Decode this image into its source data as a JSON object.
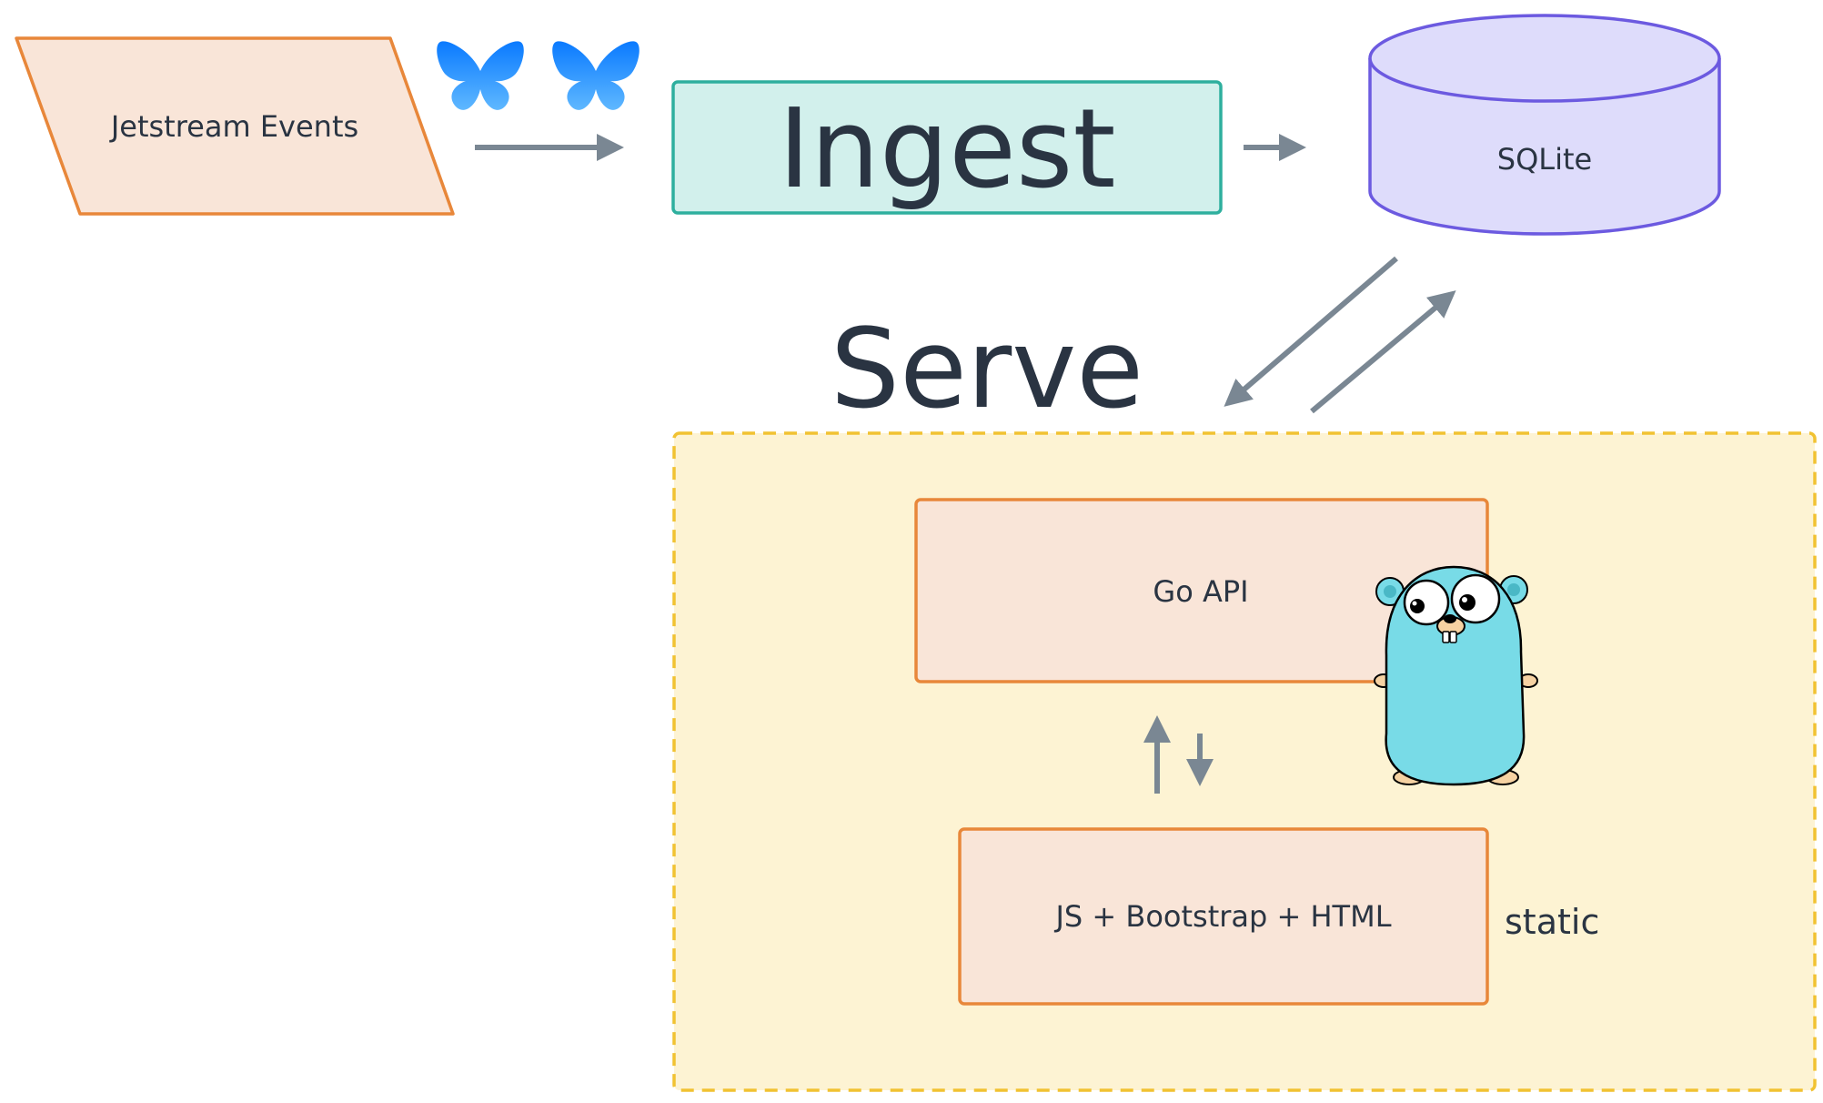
{
  "nodes": {
    "jetstream": "Jetstream Events",
    "ingest": "Ingest",
    "sqlite": "SQLite",
    "serve": "Serve",
    "go_api": "Go API",
    "frontend": "JS + Bootstrap + HTML",
    "static": "static"
  },
  "icons": {
    "butterfly": "bluesky-butterfly-icon",
    "gopher": "go-gopher-mascot"
  },
  "colors": {
    "parallelogram_fill": "#f9e5d8",
    "parallelogram_stroke": "#e8873a",
    "ingest_fill": "#d2f0ec",
    "ingest_stroke": "#2eaf9e",
    "sqlite_fill": "#dedcfb",
    "sqlite_stroke": "#6c5ae0",
    "serve_fill": "#fdf3d3",
    "serve_stroke": "#f1c232",
    "arrow": "#7a8793",
    "butterfly": "#1185fe",
    "gopher": "#78dbe7"
  }
}
